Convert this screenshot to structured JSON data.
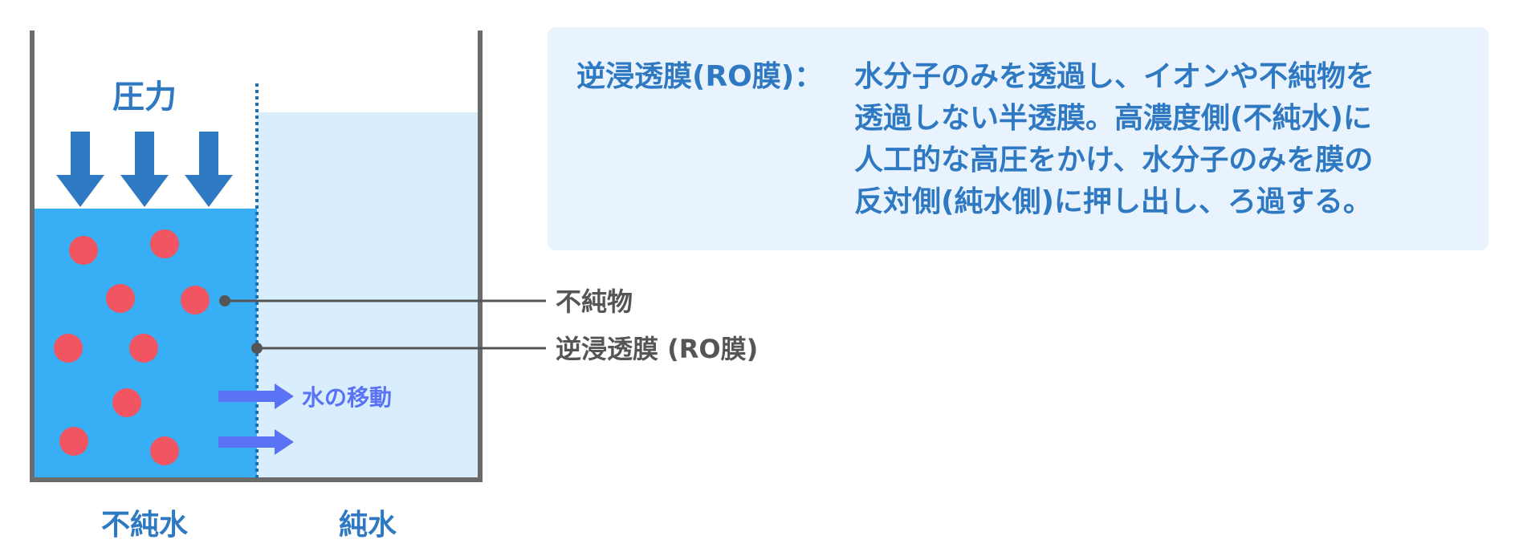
{
  "diagram": {
    "pressure_label": "圧力",
    "water_movement_label": "水の移動",
    "impurity_label": "不純物",
    "membrane_label": "逆浸透膜 (RO膜)",
    "left_side_label": "不純水",
    "right_side_label": "純水"
  },
  "definition": {
    "term": "逆浸透膜(RO膜)：",
    "lines": [
      "水分子のみを透過し、イオンや不純物を",
      "透過しない半透膜。高濃度側(不純水)に",
      "人工的な高圧をかけ、水分子のみを膜の",
      "反対側(純水側)に押し出し、ろ過する。"
    ]
  },
  "colors": {
    "container_wall": "#6b6b6b",
    "impure_water": "#38aef5",
    "pure_water": "#d8eefc",
    "impurity_dot": "#f05561",
    "pressure_arrow": "#2f79c2",
    "water_arrow": "#5a73f5",
    "membrane": "#1d6fb3",
    "label_text": "#555555",
    "bottom_label_text": "#2f79c2",
    "info_box_bg": "#e9f3fd",
    "info_text": "#2f79c2"
  }
}
